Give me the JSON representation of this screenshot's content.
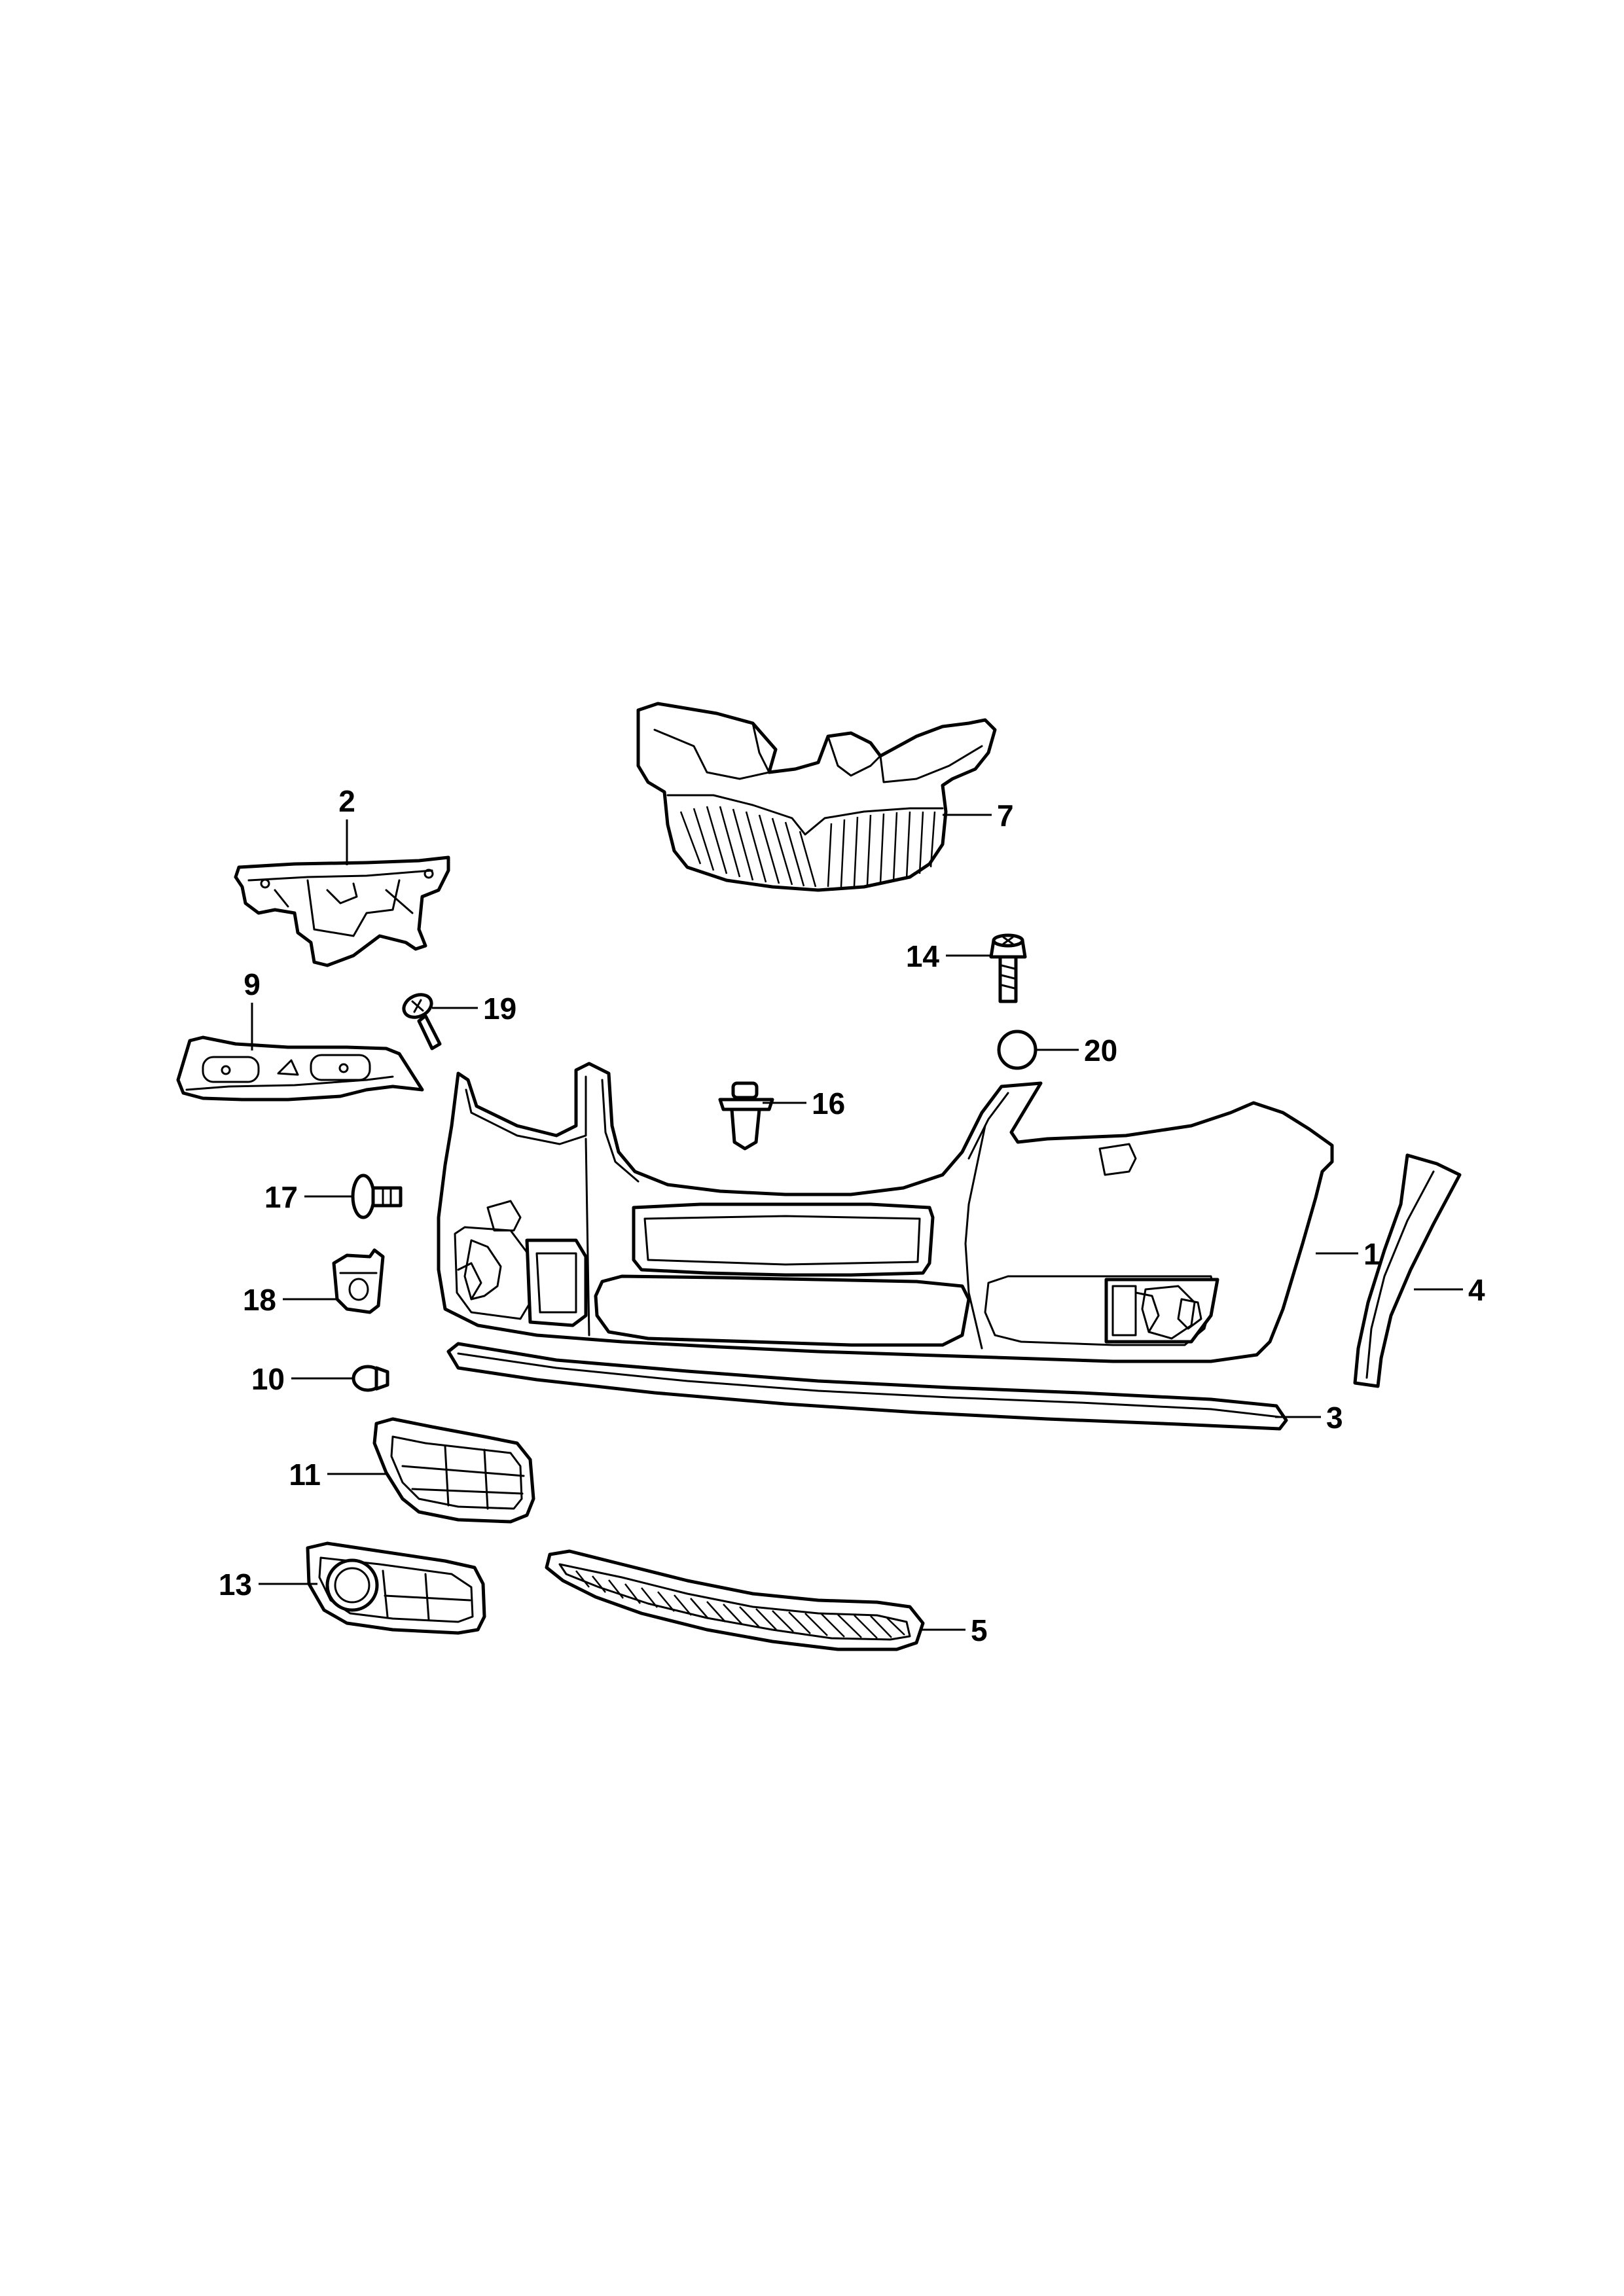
{
  "diagram": {
    "callouts": [
      {
        "id": "1",
        "label": "1"
      },
      {
        "id": "2",
        "label": "2"
      },
      {
        "id": "3",
        "label": "3"
      },
      {
        "id": "4",
        "label": "4"
      },
      {
        "id": "5",
        "label": "5"
      },
      {
        "id": "7",
        "label": "7"
      },
      {
        "id": "9",
        "label": "9"
      },
      {
        "id": "10",
        "label": "10"
      },
      {
        "id": "11",
        "label": "11"
      },
      {
        "id": "13",
        "label": "13"
      },
      {
        "id": "14",
        "label": "14"
      },
      {
        "id": "16",
        "label": "16"
      },
      {
        "id": "17",
        "label": "17"
      },
      {
        "id": "18",
        "label": "18"
      },
      {
        "id": "19",
        "label": "19"
      },
      {
        "id": "20",
        "label": "20"
      }
    ]
  }
}
